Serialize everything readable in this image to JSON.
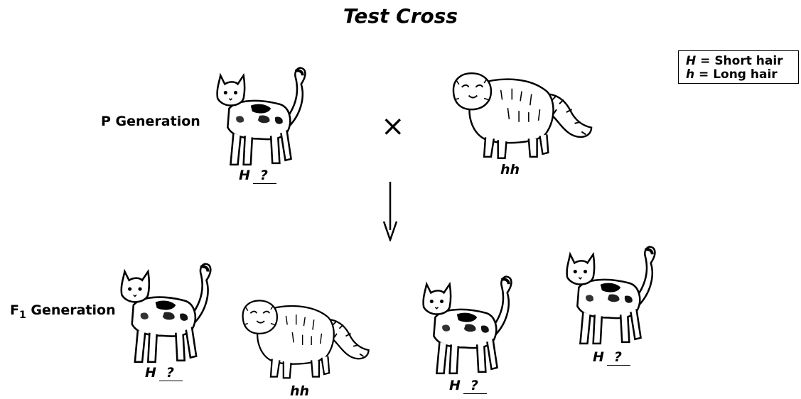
{
  "title": "Test Cross",
  "legend": {
    "line1_symbol": "H",
    "line1_text": " = Short hair",
    "line2_symbol": "h",
    "line2_text": " = Long hair"
  },
  "p_generation": {
    "label": "P Generation",
    "cross_symbol": "×",
    "parent1_genotype_prefix": "H",
    "parent1_genotype_blank": "?",
    "parent2_genotype": "hh"
  },
  "f1_generation": {
    "label_prefix": "F",
    "label_sub": "1",
    "label_suffix": " Generation",
    "offspring": [
      {
        "genotype_prefix": "H",
        "genotype_blank": "?"
      },
      {
        "genotype": "hh"
      },
      {
        "genotype_prefix": "H",
        "genotype_blank": "?"
      },
      {
        "genotype_prefix": "H",
        "genotype_blank": "?"
      }
    ]
  }
}
